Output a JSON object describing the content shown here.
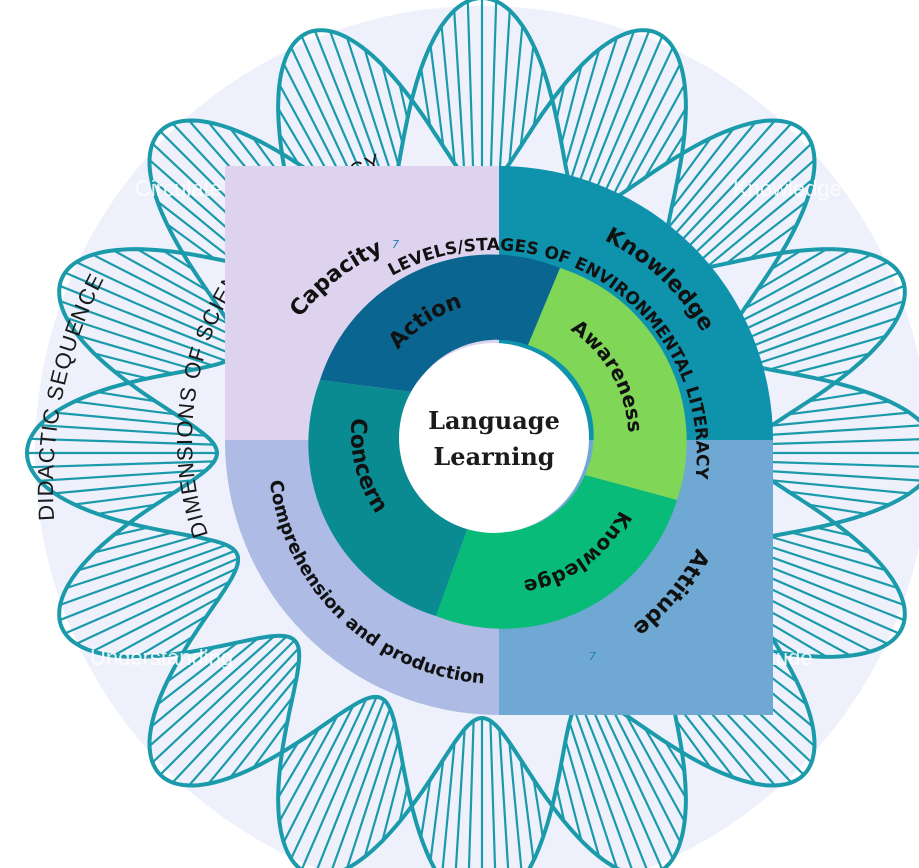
{
  "labels": {
    "didactic_sequence": "DIDACTIC SEQUENCE",
    "dimensions": "DIMENSIONS OF SCIENTIFIC LITERACY",
    "levels": "LEVELS/STAGES OF ENVIRONMENTAL LITERACY",
    "center_line1": "Language",
    "center_line2": "Learning"
  },
  "middle_ring": {
    "capacity": "Capacity",
    "knowledge": "Knowledge",
    "attitude": "Attitude",
    "comprehension": "Comprehension and production"
  },
  "inner_ring": {
    "action": "Action",
    "awareness": "Awareness",
    "knowledge": "Knowledge",
    "concern": "Concern"
  },
  "faint_labels": {
    "top_left": "Circulate",
    "top_right": "Knowledge",
    "bottom_left": "Understanding",
    "bottom_right": "Attitude"
  },
  "marks": {
    "a": "7",
    "b": "7"
  },
  "colors": {
    "background_disc": "#eef1fb",
    "helix": "#1a9aaa",
    "capacity": "#ddd3ee",
    "knowledge_outer": "#0f93ad",
    "attitude_outer": "#6fa9d3",
    "comprehension": "#adbbe5",
    "action": "#0a6690",
    "awareness": "#7fd657",
    "knowledge_inner": "#08bb79",
    "concern": "#0a8b92"
  }
}
